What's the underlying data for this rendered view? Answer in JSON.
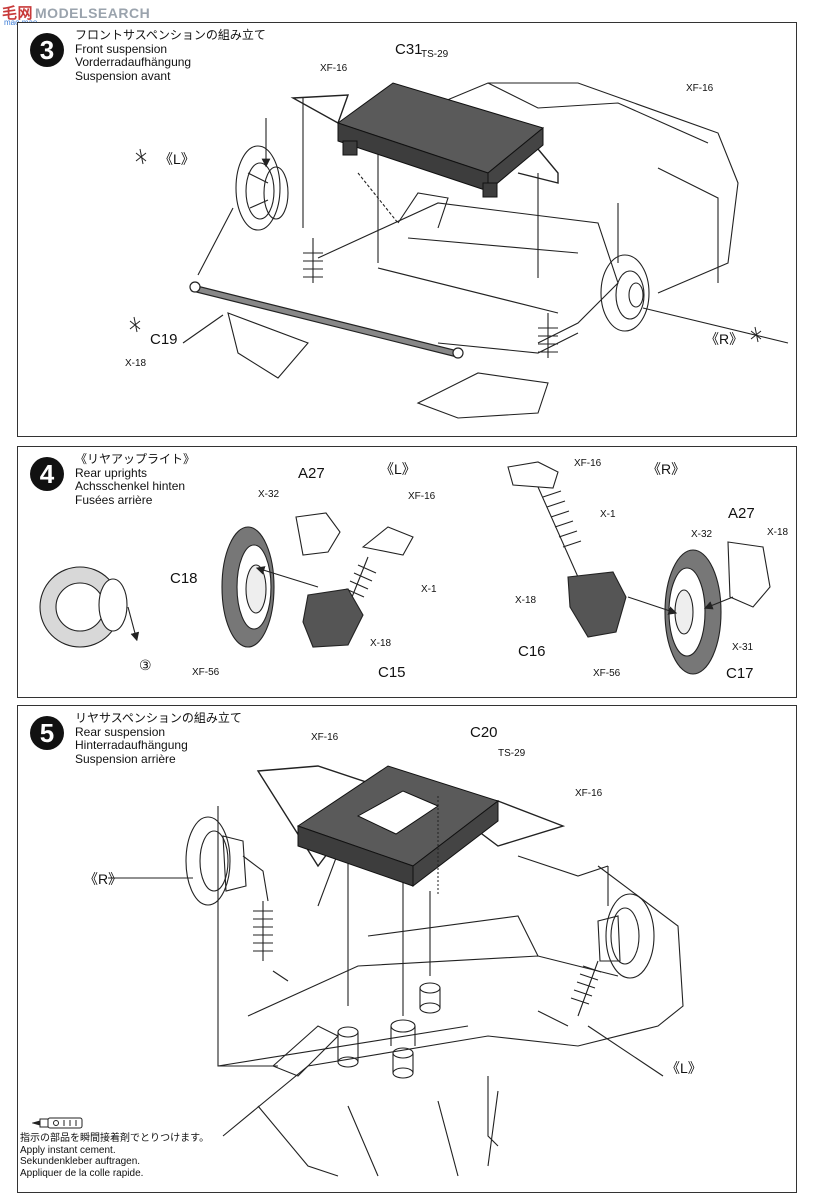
{
  "watermark": {
    "logo": "毛网",
    "text": "MODELSEARCH",
    "sub": "mao.mao..."
  },
  "steps": [
    {
      "number": "3",
      "title_ja": "フロントサスペンションの組み立て",
      "title_en": "Front suspension",
      "title_de": "Vorderradaufhängung",
      "title_fr": "Suspension avant",
      "labels": {
        "c31": "C31",
        "ts29": "TS-29",
        "xf16a": "XF-16",
        "xf16b": "XF-16",
        "left": "《L》",
        "right": "《R》",
        "c19": "C19",
        "x18": "X-18"
      }
    },
    {
      "number": "4",
      "title_ja": "《リヤアップライト》",
      "title_en": "Rear uprights",
      "title_de": "Achsschenkel hinten",
      "title_fr": "Fusées arrière",
      "labels": {
        "left": "《L》",
        "right": "《R》",
        "a27l": "A27",
        "x32l": "X-32",
        "xf16l": "XF-16",
        "c18": "C18",
        "x1l": "X-1",
        "x18l": "X-18",
        "xf56l": "XF-56",
        "c15": "C15",
        "ref3": "③",
        "xf16r": "XF-16",
        "x1r": "X-1",
        "a27r": "A27",
        "x32r": "X-32",
        "x18r1": "X-18",
        "x18r2": "X-18",
        "x31": "X-31",
        "c16": "C16",
        "xf56r": "XF-56",
        "c17": "C17"
      }
    },
    {
      "number": "5",
      "title_ja": "リヤサスペンションの組み立て",
      "title_en": "Rear suspension",
      "title_de": "Hinterradaufhängung",
      "title_fr": "Suspension arrière",
      "labels": {
        "xf16a": "XF-16",
        "c20": "C20",
        "ts29": "TS-29",
        "xf16b": "XF-16",
        "right": "《R》",
        "left": "《L》"
      }
    }
  ],
  "footer": {
    "ja": "指示の部品を瞬間接着剤でとりつけます。",
    "en": "Apply instant cement.",
    "de": "Sekundenkleber auftragen.",
    "fr": "Appliquer de la colle rapide."
  },
  "colors": {
    "part_dark": "#555555",
    "line": "#222222",
    "paint_chip": "#222222"
  }
}
